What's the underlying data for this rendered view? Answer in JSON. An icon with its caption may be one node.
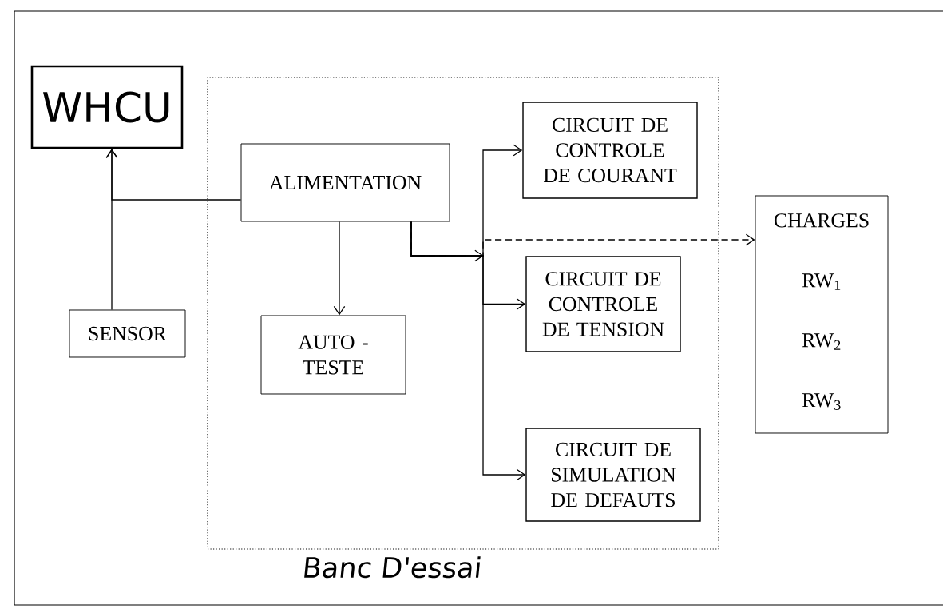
{
  "diagram": {
    "nodes": [
      {
        "text": [
          "WHCU"
        ]
      },
      {
        "text": [
          "Banc D'essai"
        ]
      },
      {
        "text": [
          "ALIMENTATION"
        ],
        "in": 1
      },
      {
        "text": [
          "AUTO - TESTE"
        ],
        "in": 1
      },
      {
        "text": [
          "CIRCUIT DE CONTROLE DE COURANT"
        ],
        "in": 1
      },
      {
        "text": [
          "CIRCUIT DE CONTROLE DE TENSION"
        ],
        "in": 1
      },
      {
        "text": [
          "CIRCUIT DE SIMULATION DE DEFAUTS"
        ],
        "in": 1
      },
      {
        "text": [
          "SENSOR"
        ]
      },
      {
        "text": [
          "CHARGES",
          "RW$_{1}$",
          "RW$_{2}$",
          "RW$_{3}$"
        ]
      }
    ],
    "edges": [
      {
        "from": 7,
        "to": 0,
        "arrow": "to"
      },
      {
        "from": 2,
        "to": 0,
        "arrow": "to"
      },
      {
        "from": 2,
        "to": 3,
        "arrow": "to"
      },
      {
        "from": 2,
        "to": 4,
        "arrow": "to"
      },
      {
        "from": 2,
        "to": 5,
        "arrow": "to"
      },
      {
        "from": 2,
        "to": 6,
        "arrow": "to"
      },
      {
        "from": 2,
        "to": 8,
        "arrow": "to",
        "style": "dashed"
      }
    ]
  }
}
